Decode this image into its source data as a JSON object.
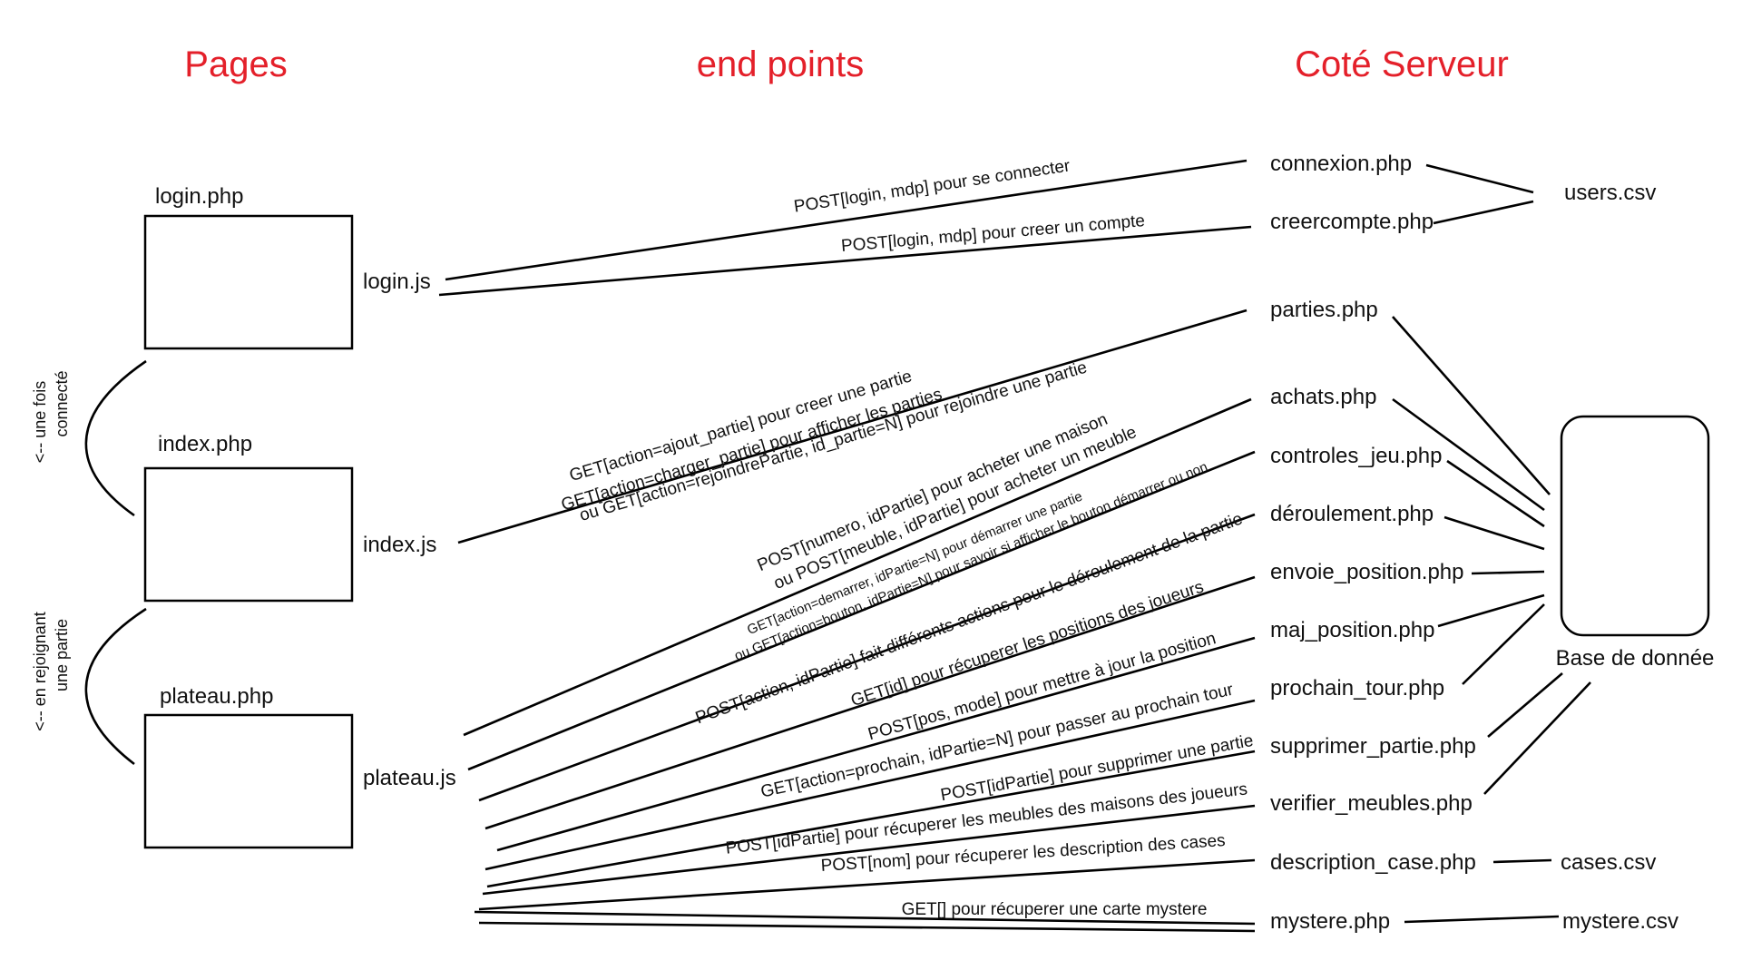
{
  "headers": {
    "pages": "Pages",
    "endpoints": "end points",
    "server": "Coté Serveur"
  },
  "pages": [
    {
      "label": "login.php",
      "script": "login.js"
    },
    {
      "label": "index.php",
      "script": "index.js"
    },
    {
      "label": "plateau.php",
      "script": "plateau.js"
    }
  ],
  "transitions": {
    "login_to_index": [
      "<-- une fois",
      "connecté"
    ],
    "index_to_plateau": [
      "<-- en rejoignant",
      "une partie"
    ]
  },
  "server_files": [
    "connexion.php",
    "creercompte.php",
    "parties.php",
    "achats.php",
    "controles_jeu.php",
    "déroulement.php",
    "envoie_position.php",
    "maj_position.php",
    "prochain_tour.php",
    "supprimer_partie.php",
    "verifier_meubles.php",
    "description_case.php",
    "mystere.php"
  ],
  "data_stores": {
    "users": "users.csv",
    "cases": "cases.csv",
    "mystere": "mystere.csv",
    "database": "Base de donnée"
  },
  "endpoints": {
    "connexion": "POST[login, mdp] pour se connecter",
    "creercompte": "POST[login, mdp] pour creer un compte",
    "parties": [
      "GET[action=ajout_partie] pour creer une partie",
      "GET[action=charger_partie] pour afficher les parties",
      "ou GET[action=rejoindrePartie, id_partie=N] pour rejoindre une partie"
    ],
    "achats": [
      "POST[numero, idPartie] pour acheter une maison",
      "ou POST[meuble, idPartie] pour acheter un meuble"
    ],
    "controles_jeu": [
      "GET[action=demarrer, idPartie=N] pour démarrer une partie",
      "ou GET[action=bouton, idPartie=N] pour savoir si afficher le bouton démarrer ou non"
    ],
    "deroulement": "POST[action, idPartie] fait différents actions pour le déroulement de la partie",
    "envoie_position": "GET[id] pour récuperer les positions des joueurs",
    "maj_position": "POST[pos, mode] pour mettre à jour la position",
    "prochain_tour": "GET[action=prochain, idPartie=N] pour passer au prochain tour",
    "supprimer_partie": "POST[idPartie] pour supprimer une partie",
    "verifier_meubles": "POST[idPartie] pour récuperer les meubles des maisons des joueurs",
    "description_case": "POST[nom] pour récuperer les description des cases",
    "mystere": "GET[] pour récuperer une carte mystere"
  }
}
